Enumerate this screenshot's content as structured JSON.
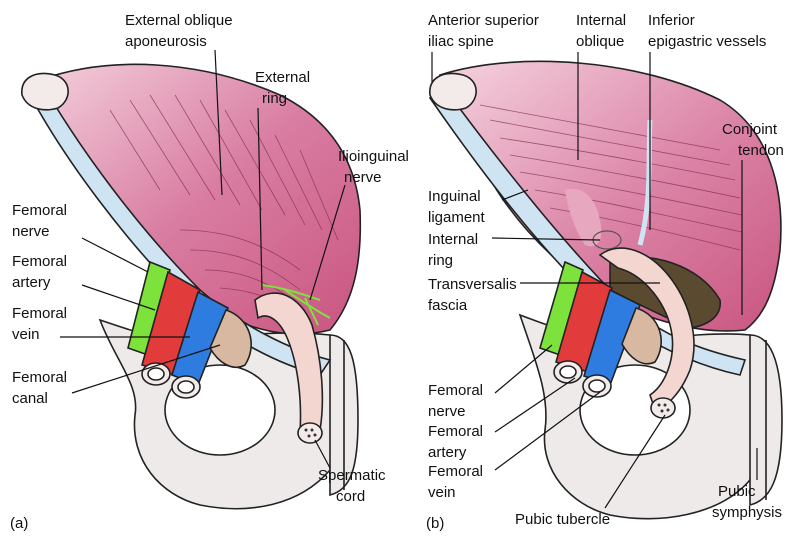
{
  "panel_a": {
    "tag": "(a)",
    "labels": {
      "external_oblique_aponeurosis": [
        "External oblique",
        "aponeurosis"
      ],
      "external_ring": [
        "External",
        "ring"
      ],
      "ilioinguinal_nerve": [
        "Ilioinguinal",
        "nerve"
      ],
      "femoral_nerve": [
        "Femoral",
        "nerve"
      ],
      "femoral_artery": [
        "Femoral",
        "artery"
      ],
      "femoral_vein": [
        "Femoral",
        "vein"
      ],
      "femoral_canal": [
        "Femoral",
        "canal"
      ],
      "spermatic_cord": [
        "Spermatic",
        "cord"
      ]
    }
  },
  "panel_b": {
    "tag": "(b)",
    "labels": {
      "anterior_superior_iliac_spine": [
        "Anterior superior",
        "iliac spine"
      ],
      "internal_oblique": [
        "Internal",
        "oblique"
      ],
      "inferior_epigastric_vessels": [
        "Inferior",
        "epigastric vessels"
      ],
      "conjoint_tendon": [
        "Conjoint",
        "tendon"
      ],
      "inguinal_ligament": [
        "Inguinal",
        "ligament"
      ],
      "internal_ring": [
        "Internal",
        "ring"
      ],
      "transversalis_fascia": [
        "Transversalis",
        "fascia"
      ],
      "femoral_nerve": [
        "Femoral",
        "nerve"
      ],
      "femoral_artery": [
        "Femoral",
        "artery"
      ],
      "femoral_vein": [
        "Femoral",
        "vein"
      ],
      "pubic_tubercle": "Pubic tubercle",
      "pubic_symphysis": [
        "Pubic",
        "symphysis"
      ]
    }
  },
  "colors": {
    "muscle": "#d87aa0",
    "muscle_light": "#f2c6d6",
    "ligament": "#cfe4f3",
    "bone": "#eeeaea",
    "nerve": "#7ee23c",
    "artery": "#e23b3b",
    "vein": "#2f7ce0",
    "cord": "#f3d6d0",
    "fat": "#d9b8a2",
    "fascia": "#5a4a30"
  }
}
